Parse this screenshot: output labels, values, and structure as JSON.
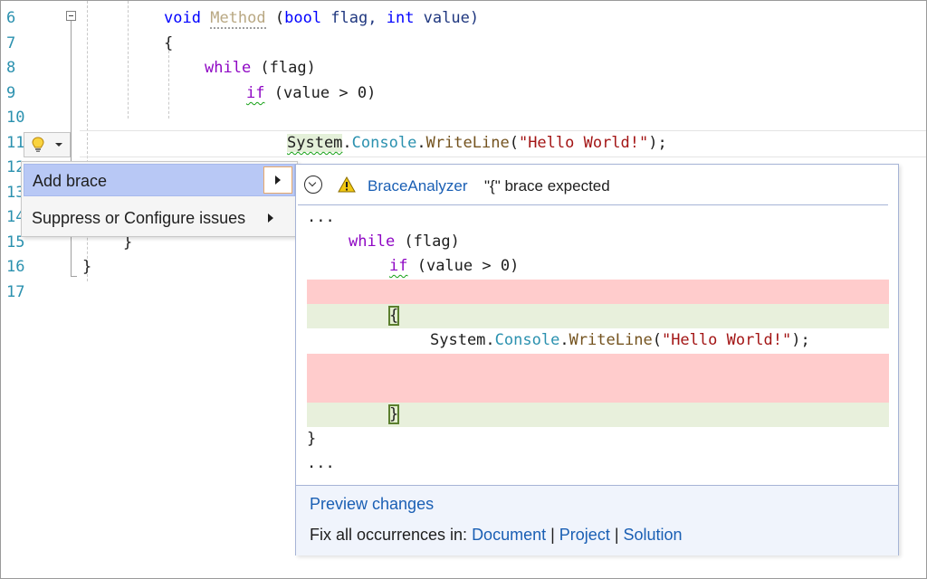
{
  "editor": {
    "line_numbers": [
      "6",
      "7",
      "8",
      "9",
      "10",
      "11",
      "12",
      "13",
      "14",
      "15",
      "16",
      "17"
    ],
    "lines": {
      "l6": {
        "kw_void": "void",
        "method": "Method",
        "paren_open": " (",
        "kw_bool": "bool",
        "param_flag": " flag, ",
        "kw_int": "int",
        "param_value": " value)"
      },
      "l7": "{",
      "l8": {
        "kw_while": "while",
        "rest": " (flag)"
      },
      "l9": {
        "kw_if": "if",
        "rest": " (value > 0)"
      },
      "l11": {
        "system": "System",
        "dot1": ".",
        "console": "Console",
        "dot2": ".",
        "writeline": "WriteLine",
        "open": "(",
        "str": "\"Hello World!\"",
        "close": ");"
      },
      "l15": "}",
      "l16": "}"
    }
  },
  "quick_actions": {
    "icon": "lightbulb-icon",
    "menu": [
      {
        "label": "Add brace",
        "has_submenu": true,
        "active": true
      },
      {
        "label": "Suppress or Configure issues",
        "has_submenu": true,
        "active": false
      }
    ]
  },
  "preview": {
    "analyzer_id": "BraceAnalyzer",
    "message": "\"{\" brace expected",
    "code": {
      "ellipsis_top": "...",
      "while_kw": "while",
      "while_rest": " (flag)",
      "if_kw": "if",
      "if_rest": " (value > 0)",
      "open_brace": "{",
      "system": "System",
      "dot1": ".",
      "console": "Console",
      "dot2": ".",
      "writeline": "WriteLine",
      "open": "(",
      "str": "\"Hello World!\"",
      "close": ");",
      "close_brace": "}",
      "outer_brace": "}",
      "ellipsis_bottom": "..."
    },
    "footer": {
      "preview_link": "Preview changes",
      "fix_all_label": "Fix all occurrences in: ",
      "targets": [
        "Document",
        "Project",
        "Solution"
      ],
      "separator": " | "
    }
  },
  "colors": {
    "keyword": "#0000ff",
    "control": "#8f08c4",
    "method": "#74531f",
    "type": "#2b91af",
    "string": "#a31515",
    "line_number": "#2b91af",
    "deleted_band": "#ffcccc",
    "added_band": "#e8f0dc",
    "link": "#1a5fb4"
  }
}
